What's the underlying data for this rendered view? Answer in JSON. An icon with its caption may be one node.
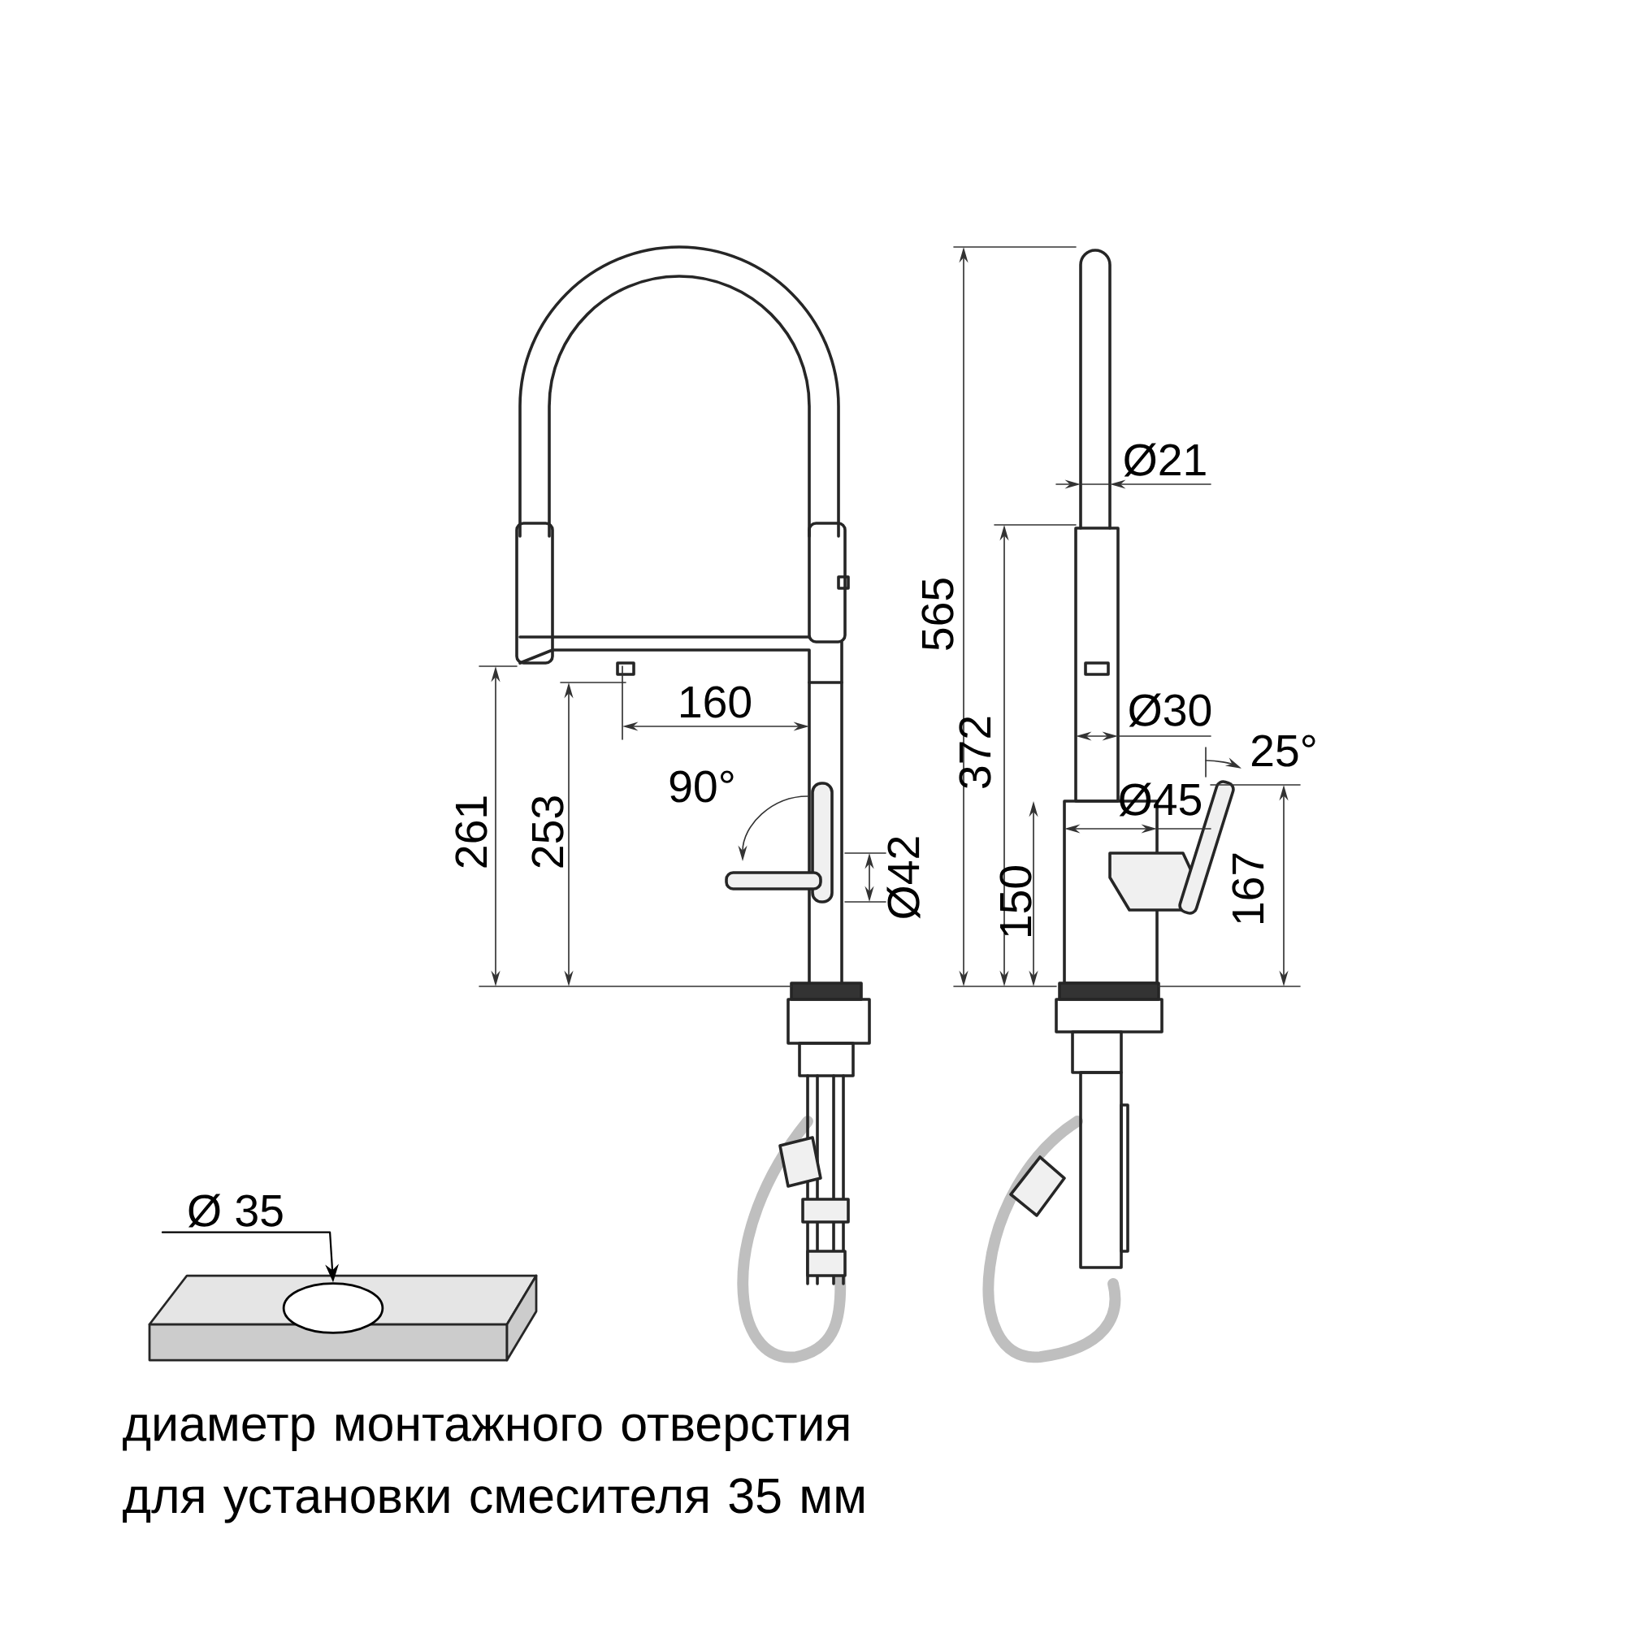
{
  "diagram": {
    "caption": "диаметр монтажного отверстия для установки смесителя 35 мм",
    "nodes": [
      {
        "text": [
          "Ø 35"
        ]
      },
      {
        "text": [],
        "shape": "circle"
      }
    ],
    "edges": [
      {
        "from": 0,
        "to": 1,
        "arrow": "to"
      }
    ],
    "labels": [
      "565",
      "Ø21",
      "160",
      "261",
      "253",
      "372",
      "Ø30",
      "90°",
      "Ø45",
      "25°",
      "Ø42",
      "150",
      "167"
    ]
  }
}
